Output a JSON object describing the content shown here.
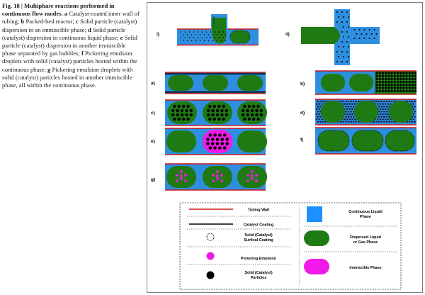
{
  "caption": {
    "head": "Fig. 18 | Multiphase reactions performed in continuous flow modes.",
    "items": [
      {
        "letter": "a",
        "text": "Catalyst-coated inner wall of tubing;"
      },
      {
        "letter": "b",
        "text": "Packed-bed reactor;"
      },
      {
        "letter": "c",
        "text": "Solid particle (catalyst) dispersion in an immiscible phase;"
      },
      {
        "letter": "d",
        "text": "Solid particle (catalyst) dispersion in continuous liquid phase;"
      },
      {
        "letter": "e",
        "text": "Solid particle (catalyst) dispersion in another immiscible phase separated by gas bubbles;"
      },
      {
        "letter": "f",
        "text": "Pickering emulsion droplets with solid (catalyst) particles hosted within the continuous phase;"
      },
      {
        "letter": "g",
        "text": "Pickering emulsion droplets with solid (catalyst) particles hosted in another immiscible phase, all within the continuous phase."
      }
    ]
  },
  "panels": {
    "i": "i)",
    "ii": "ii)",
    "a": "a)",
    "b": "b)",
    "c": "c)",
    "d": "d)",
    "e": "e)",
    "f": "f)",
    "g": "g)"
  },
  "legend": {
    "tubing_wall": "Tubing Wall",
    "catalyst_coating": "Catalyst Coating",
    "solid_surface_1": "Solid (Catalyst)",
    "solid_surface_2": "Surfical Coating",
    "pickering": "Pickering Emulsion",
    "solid_particles_1": "Solid (Catalyst)",
    "solid_particles_2": "Particles",
    "continuous_1": "Continuous Liquid",
    "continuous_2": "Phase",
    "dispersed_1": "Dispersed Liquid",
    "dispersed_2": "or Gas Phase",
    "immiscible": "Immiscible Phase"
  },
  "colors": {
    "continuous": "#2e8fe0",
    "dispersed": "#1f7a14",
    "immiscible": "#f019e8",
    "wall": "#cc1a1a",
    "particle": "#000000",
    "legend_blue": "#1e90ff"
  }
}
